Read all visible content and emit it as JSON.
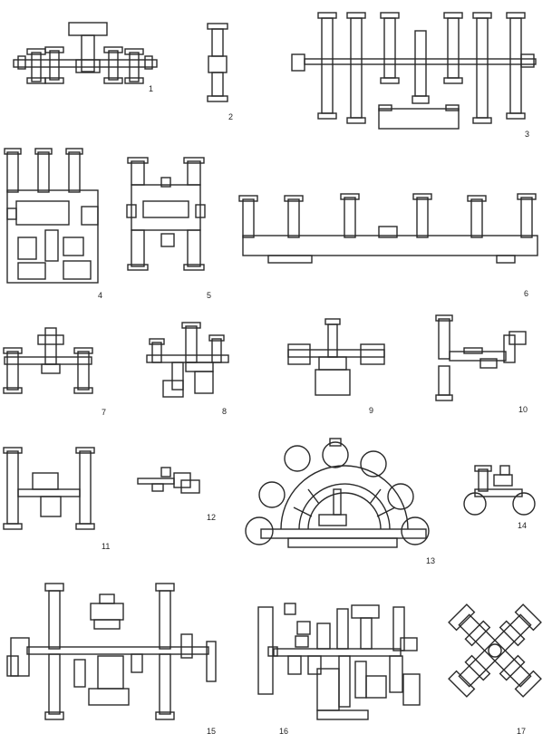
{
  "figure_numbers": [
    "1",
    "2",
    "3",
    "4",
    "5",
    "6",
    "7",
    "8",
    "9",
    "10",
    "11",
    "12",
    "13",
    "14",
    "15",
    "16",
    "17"
  ],
  "colors": {
    "ink": "#2a2a2a",
    "paper": "#ffffff"
  }
}
